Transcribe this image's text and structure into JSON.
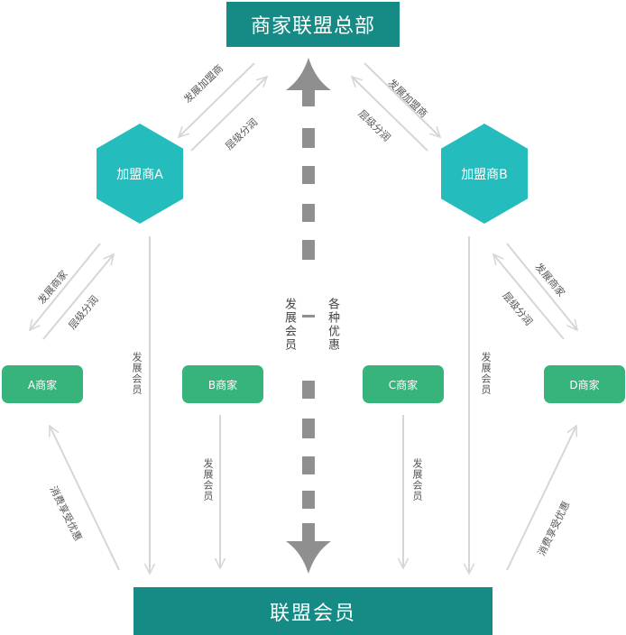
{
  "hq": {
    "label": "商家联盟总部"
  },
  "members": {
    "label": "联盟会员"
  },
  "franchisees": [
    {
      "label": "加盟商A"
    },
    {
      "label": "加盟商B"
    }
  ],
  "merchants": [
    {
      "label": "A商家"
    },
    {
      "label": "B商家"
    },
    {
      "label": "C商家"
    },
    {
      "label": "D商家"
    }
  ],
  "edge_labels": {
    "develop_franchisee": "发展加盟商",
    "tier_commission": "层级分润",
    "develop_merchant": "发展商家",
    "develop_member": "发展会员",
    "consume_discount": "消费享受优惠",
    "various_discounts": "各种优惠"
  },
  "colors": {
    "hq": "#168b86",
    "franchisee": "#25bcbd",
    "merchant": "#37b47c",
    "arrow": "#d6d6d6",
    "center_arrow": "#8f8f8f"
  }
}
